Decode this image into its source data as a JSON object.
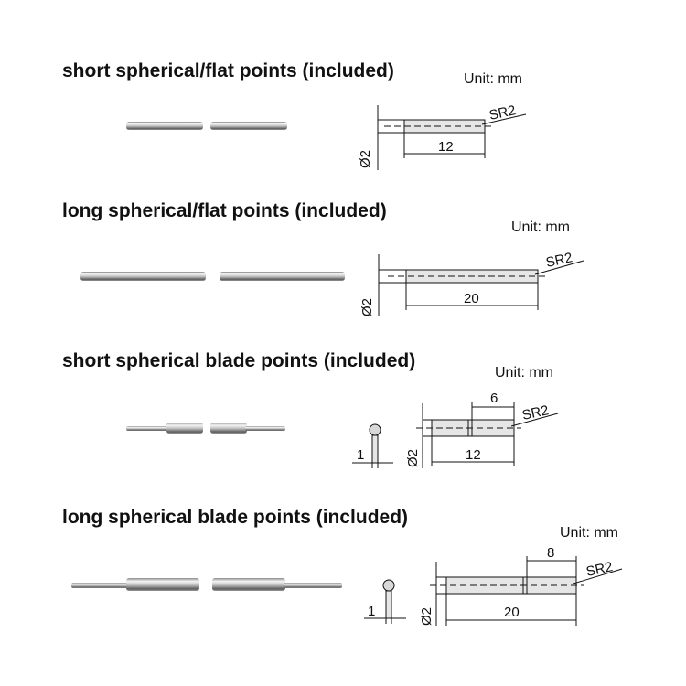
{
  "sections": [
    {
      "title": "short spherical/flat points (included)",
      "unit": "Unit: mm",
      "diameter": "Ø2",
      "length": "12",
      "radius": "SR2"
    },
    {
      "title": "long spherical/flat points (included)",
      "unit": "Unit: mm",
      "diameter": "Ø2",
      "length": "20",
      "radius": "SR2"
    },
    {
      "title": "short spherical blade points (included)",
      "unit": "Unit: mm",
      "diameter": "Ø2",
      "length": "12",
      "radius": "SR2",
      "blade_length": "6",
      "blade_width": "1"
    },
    {
      "title": "long spherical blade points (included)",
      "unit": "Unit: mm",
      "diameter": "Ø2",
      "length": "20",
      "radius": "SR2",
      "blade_length": "8",
      "blade_width": "1"
    }
  ],
  "colors": {
    "metal_dark": "#6f6f6f",
    "metal_light": "#f4f4f4",
    "line": "#111111",
    "fill": "#e6e6e6"
  }
}
